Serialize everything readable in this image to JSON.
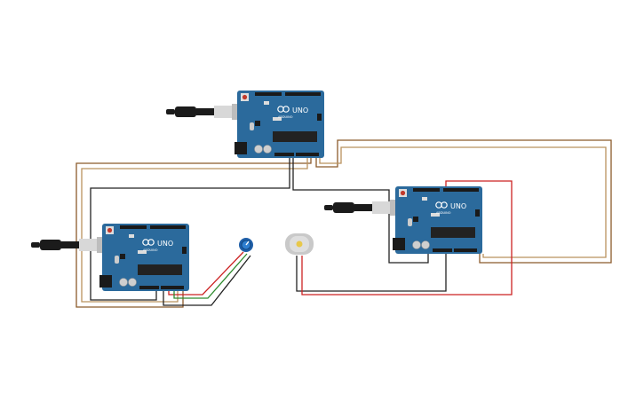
{
  "colors": {
    "background": "#ffffff",
    "board": "#2b6a9c",
    "board_dark": "#1d4f78",
    "header": "#1a1a1a",
    "chip": "#222222",
    "wire_brown": "#8b5a2b",
    "wire_tan": "#b9925e",
    "wire_black": "#222222",
    "wire_red": "#cc2222",
    "wire_green": "#2e8b2e",
    "usb_cable": "#1b1b1b",
    "usb_plug": "#d8d8d8",
    "potentiometer": "#1f5fa8",
    "motor": "#c9c9c9",
    "motor_shaft": "#e8c84a"
  },
  "boards": [
    {
      "id": "uno-top",
      "label": "UNO",
      "brand": "ARDUINO",
      "icon": "arduino-infinity-icon"
    },
    {
      "id": "uno-left",
      "label": "UNO",
      "brand": "ARDUINO",
      "icon": "arduino-infinity-icon"
    },
    {
      "id": "uno-right",
      "label": "UNO",
      "brand": "ARDUINO",
      "icon": "arduino-infinity-icon"
    }
  ],
  "components": {
    "potentiometer": {
      "icon": "potentiometer-icon"
    },
    "motor": {
      "icon": "dc-motor-icon"
    }
  }
}
